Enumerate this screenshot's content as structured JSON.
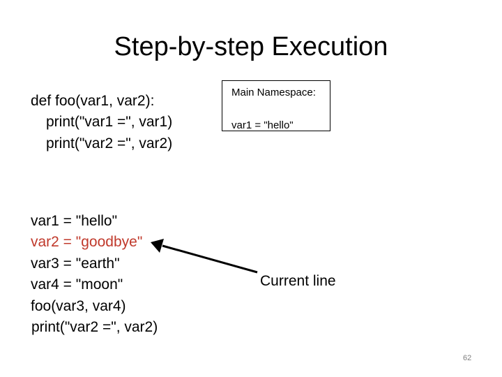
{
  "slide": {
    "title": "Step-by-step Execution",
    "page_number": "62"
  },
  "function_code": [
    "def foo(var1, var2):",
    "print(\"var1 =\", var1)",
    "print(\"var2 =\", var2)"
  ],
  "main_code": [
    "var1 = \"hello\"",
    "var2 = \"goodbye\"",
    "var3 = \"earth\"",
    "var4 = \"moon\"",
    "foo(var3, var4)",
    "print(\"var2 =\", var2)"
  ],
  "namespace": {
    "title": "Main Namespace:",
    "entry": "var1 = \"hello\""
  },
  "pointer": {
    "label": "Current line"
  },
  "colors": {
    "current_line": "#c0392b",
    "text": "#000000"
  }
}
